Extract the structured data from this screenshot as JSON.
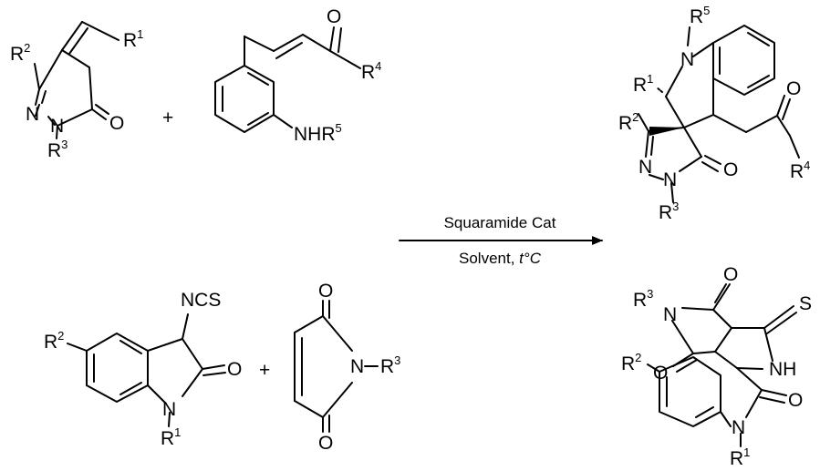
{
  "plus": "+",
  "conditions": {
    "catalyst": "Squaramide Cat",
    "solvent": "Solvent,",
    "temperature": "t°C"
  },
  "reaction1": {
    "pyrazolone": {
      "atoms": {
        "N1": "N",
        "N2": "N",
        "O": "O"
      },
      "substituents": {
        "R2": {
          "base": "R",
          "sup": "2"
        },
        "R1": {
          "base": "R",
          "sup": "1"
        },
        "R3": {
          "base": "R",
          "sup": "3"
        }
      }
    },
    "enone": {
      "atoms": {
        "O": "O",
        "NHR": "NHR"
      },
      "substituents": {
        "R4": {
          "base": "R",
          "sup": "4"
        },
        "R5_sup": "5"
      }
    },
    "product": {
      "atoms": {
        "N": "N",
        "N1": "N",
        "N2": "N",
        "O1": "O",
        "O2": "O"
      },
      "substituents": {
        "R5": {
          "base": "R",
          "sup": "5"
        },
        "R1": {
          "base": "R",
          "sup": "1"
        },
        "R2": {
          "base": "R",
          "sup": "2"
        },
        "R3": {
          "base": "R",
          "sup": "3"
        },
        "R4": {
          "base": "R",
          "sup": "4"
        }
      }
    }
  },
  "reaction2": {
    "isatin_isothiocyanate": {
      "atoms": {
        "NCS": "NCS",
        "N": "N",
        "O": "O"
      },
      "substituents": {
        "R2": {
          "base": "R",
          "sup": "2"
        },
        "R1": {
          "base": "R",
          "sup": "1"
        }
      }
    },
    "maleimide": {
      "atoms": {
        "N": "N",
        "O1": "O",
        "O2": "O"
      },
      "substituents": {
        "R3": {
          "base": "R",
          "sup": "3"
        }
      }
    },
    "product": {
      "atoms": {
        "N": "N",
        "NH": "NH",
        "S": "S",
        "N2": "N",
        "O1": "O",
        "O2": "O",
        "O3": "O"
      },
      "substituents": {
        "R3": {
          "base": "R",
          "sup": "3"
        },
        "R2": {
          "base": "R",
          "sup": "2"
        },
        "R1": {
          "base": "R",
          "sup": "1"
        }
      }
    }
  }
}
